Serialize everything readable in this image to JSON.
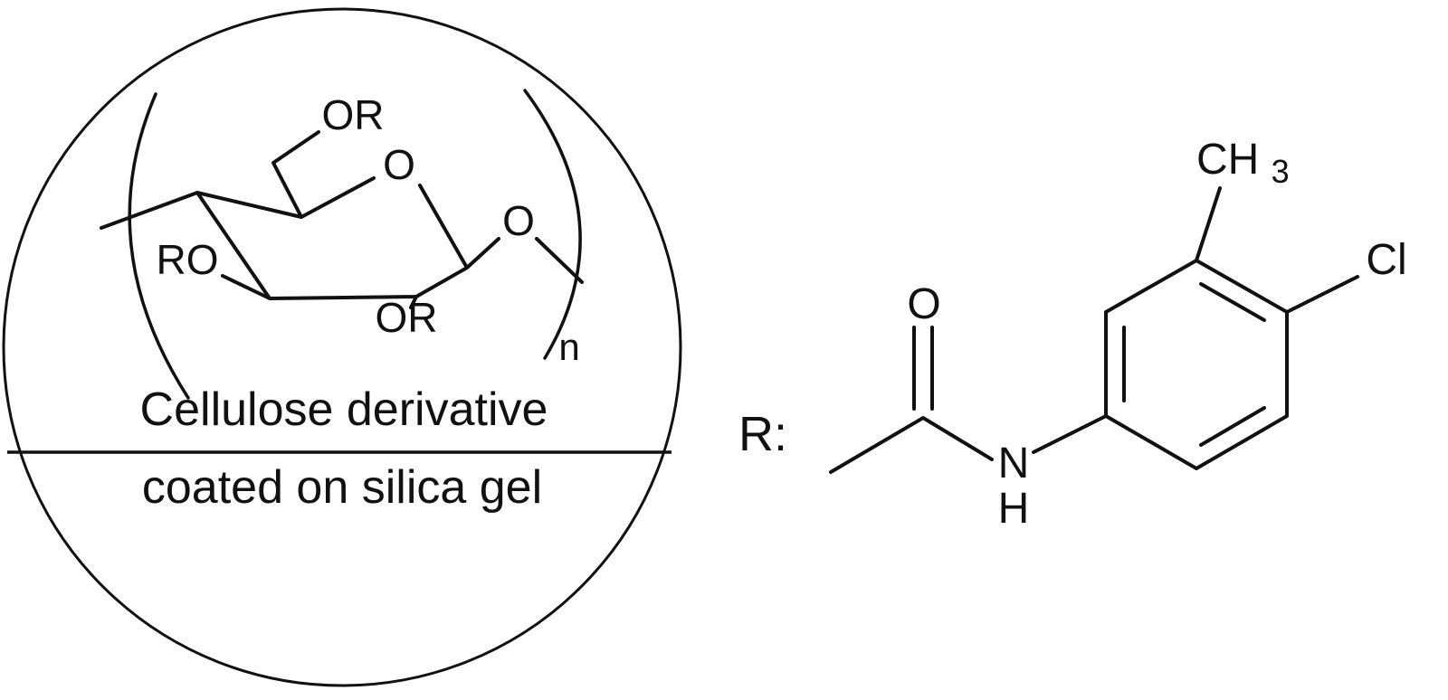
{
  "figure": {
    "left_panel": {
      "caption_line1": "Cellulose derivative",
      "caption_line2": "coated on silica gel",
      "atom_labels": {
        "or_top": "OR",
        "ring_oxygen": "O",
        "glycosidic_oxygen": "O",
        "ro_left": "RO",
        "or_bottom": "OR",
        "repeat_n": "n"
      }
    },
    "right_panel": {
      "r_label": "R:",
      "atom_labels": {
        "carbonyl_oxygen": "O",
        "amide_nitrogen": "N",
        "amide_hydrogen": "H",
        "methyl_prefix": "CH",
        "methyl_subscript": "3",
        "chlorine": "Cl"
      }
    },
    "colors": {
      "stroke": "#111111",
      "background": "#ffffff"
    }
  }
}
